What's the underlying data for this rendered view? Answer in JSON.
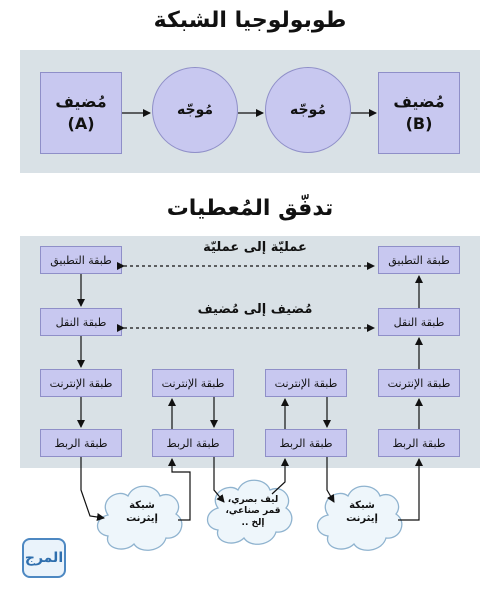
{
  "topology": {
    "title": "طوبولوجيا الشبكة",
    "host_label": "مُضيف",
    "host_a": "(A)",
    "host_b": "(B)",
    "router_label": "مُوجّه"
  },
  "data_flow": {
    "title": "تدفّق المُعطيات",
    "process_to_process": "عمليّة إلى عمليّة",
    "host_to_host": "مُضيف إلى مُضيف",
    "layers": {
      "application": "طبقة التطبيق",
      "transport": "طبقة النقل",
      "internet": "طبقة الإنترنت",
      "link": "طبقة الربط"
    },
    "clouds": {
      "ethernet": "شبكة\nإيثرنت",
      "optical": "ليف بصري،\nقمر صناعي،\nإلخ .."
    }
  },
  "logo": {
    "text": "المرج"
  },
  "colors": {
    "panel": "#d9e1e6",
    "box": "#c8c8f0",
    "box_border": "#8f8fc8"
  }
}
